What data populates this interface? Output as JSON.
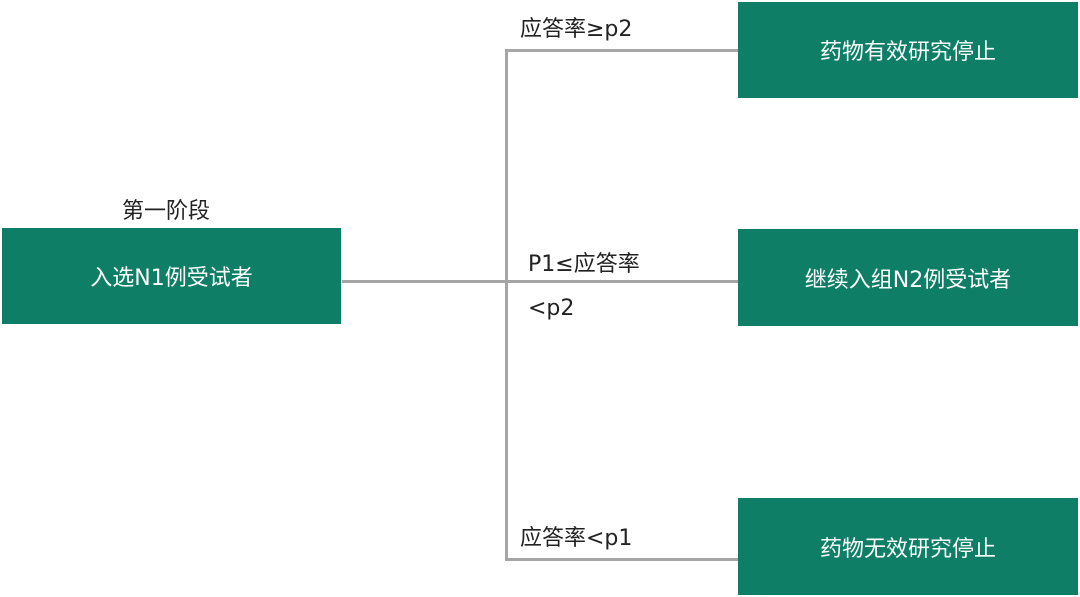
{
  "diagram": {
    "stage_label": "第一阶段",
    "start_node": "入选N1例受试者",
    "branches": [
      {
        "condition": "应答率≥p2",
        "outcome": "药物有效研究停止"
      },
      {
        "condition_line1": "P1≤应答率",
        "condition_line2": "<p2",
        "outcome": "继续入组N2例受试者"
      },
      {
        "condition": "应答率<p1",
        "outcome": "药物无效研究停止"
      }
    ]
  },
  "colors": {
    "node_fill": "#0e7e67",
    "connector": "#a6a6a6",
    "text": "#222222"
  }
}
